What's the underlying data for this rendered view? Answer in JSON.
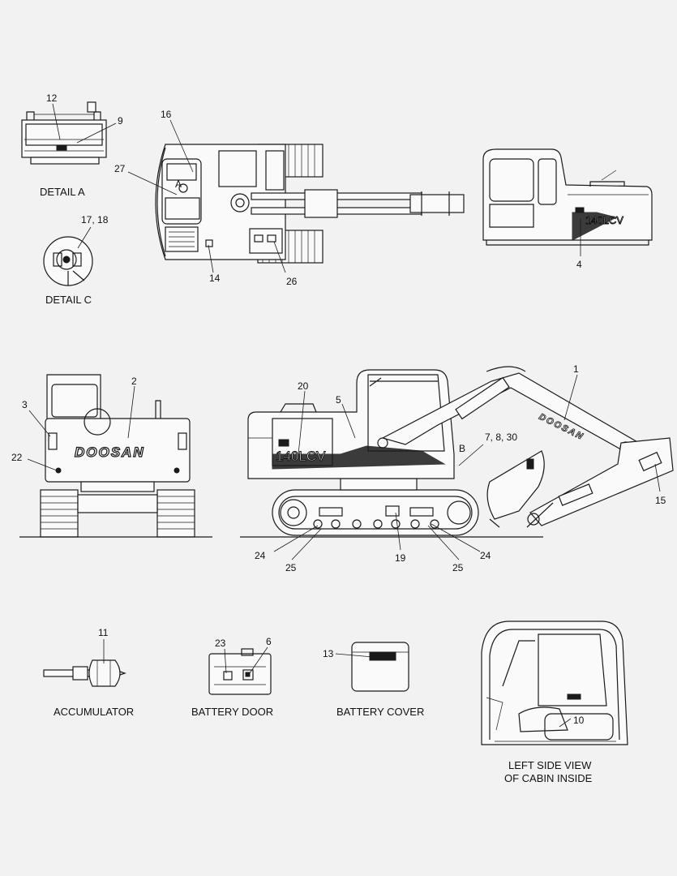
{
  "captions": {
    "detail_a": "DETAIL  A",
    "detail_c": "DETAIL  C",
    "accumulator": "ACCUMULATOR",
    "battery_door": "BATTERY DOOR",
    "battery_cover": "BATTERY COVER",
    "cabin_line1": "LEFT SIDE VIEW",
    "cabin_line2": "OF CABIN INSIDE"
  },
  "view_letters": {
    "a": "A",
    "b": "B"
  },
  "brand": {
    "name": "DOOSAN",
    "model": "140LCV"
  },
  "callouts": {
    "c1": "1",
    "c2": "2",
    "c3": "3",
    "c4": "4",
    "c5": "5",
    "c6": "6",
    "c7_8_30": "7, 8, 30",
    "c9": "9",
    "c10": "10",
    "c11": "11",
    "c12": "12",
    "c13": "13",
    "c14": "14",
    "c15": "15",
    "c16": "16",
    "c17_18": "17, 18",
    "c19": "19",
    "c20": "20",
    "c22": "22",
    "c23": "23",
    "c24": "24",
    "c25": "25",
    "c26": "26",
    "c27": "27"
  },
  "colors": {
    "line": "#1a1a1a",
    "background": "#f2f2f2"
  }
}
